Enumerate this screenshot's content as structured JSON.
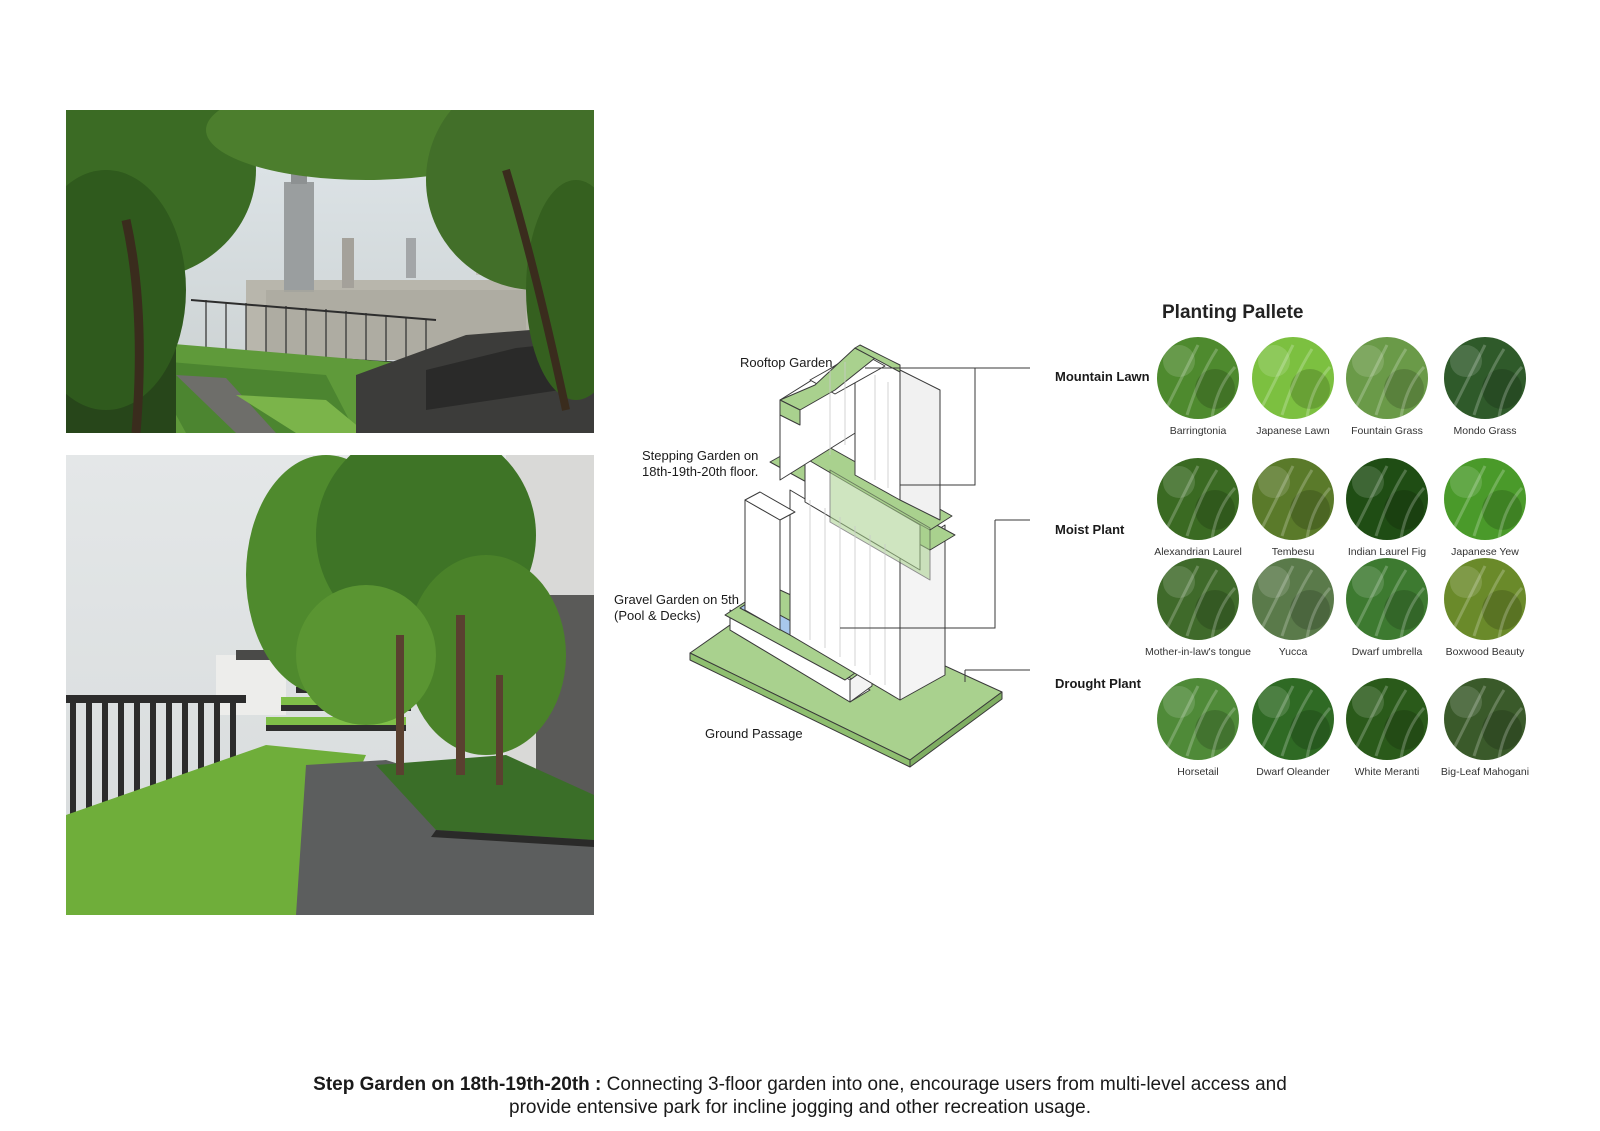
{
  "diagram": {
    "areas": {
      "rooftop": "Rooftop Garden",
      "stepping_line1": "Stepping Garden on",
      "stepping_line2": "18th-19th-20th floor.",
      "gravel_line1": "Gravel Garden on 5th",
      "gravel_line2": "(Pool & Decks)",
      "ground": "Ground Passage"
    },
    "categories": {
      "mountain": "Mountain Lawn",
      "moist": "Moist Plant",
      "drought": "Drought Plant"
    }
  },
  "palette": {
    "title": "Planting Pallete",
    "plants": [
      {
        "name": "Barringtonia",
        "color": "#4e8a2e"
      },
      {
        "name": "Japanese Lawn",
        "color": "#7cc040"
      },
      {
        "name": "Fountain Grass",
        "color": "#6a9a48"
      },
      {
        "name": "Mondo Grass",
        "color": "#2f5a2a"
      },
      {
        "name": "Alexandrian Laurel",
        "color": "#3a6a22"
      },
      {
        "name": "Tembesu",
        "color": "#5a7a2a"
      },
      {
        "name": "Indian Laurel Fig",
        "color": "#1f4d14"
      },
      {
        "name": "Japanese Yew",
        "color": "#4a9a2a"
      },
      {
        "name": "Mother-in-law's tongue",
        "color": "#3f6a2a"
      },
      {
        "name": "Yucca",
        "color": "#5a7a4a"
      },
      {
        "name": "Dwarf umbrella",
        "color": "#3d7a30"
      },
      {
        "name": "Boxwood Beauty",
        "color": "#6a8a2a"
      },
      {
        "name": "Horsetail",
        "color": "#4f8a38"
      },
      {
        "name": "Dwarf Oleander",
        "color": "#2f6a24"
      },
      {
        "name": "White Meranti",
        "color": "#2a5a1a"
      },
      {
        "name": "Big-Leaf Mahogani",
        "color": "#3a5a2a"
      }
    ]
  },
  "caption": {
    "bold": "Step Garden on 18th-19th-20th :",
    "line1": "Connecting 3-floor garden into one, encourage users from multi-level access and",
    "line2": "provide entensive park for incline jogging and other recreation usage."
  },
  "colors": {
    "green": "#a9d18e",
    "pool": "#a8c8ec",
    "line": "#3a3a3a"
  }
}
